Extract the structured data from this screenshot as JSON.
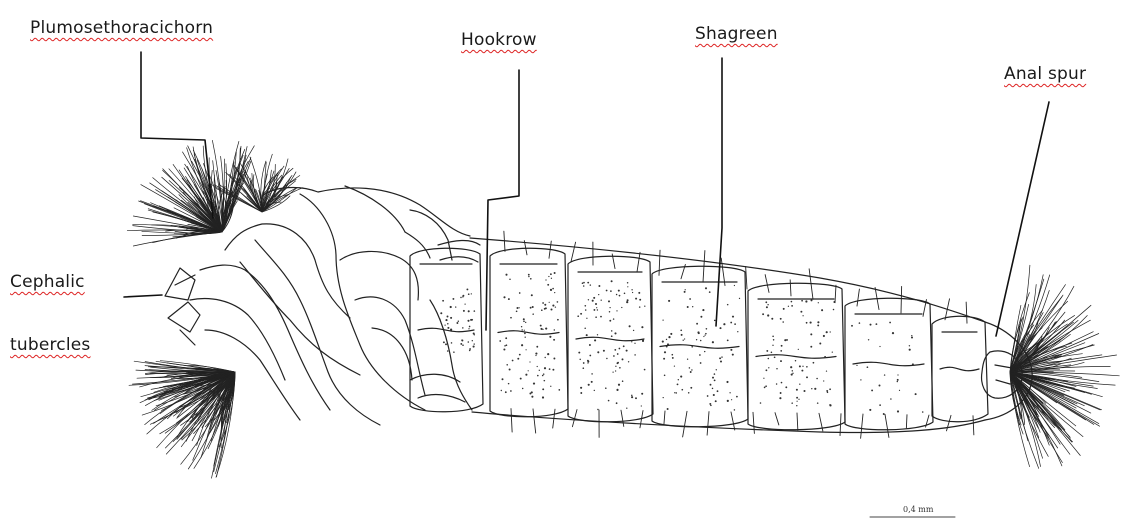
{
  "labels": {
    "plume": "Plumosethoracichorn",
    "hookrow": "Hookrow",
    "shagreen": "Shagreen",
    "anal": "Anal spur",
    "cephalic_1": "Cephalic",
    "cephalic_2": "tubercles"
  },
  "scale_bar": "0,4 mm",
  "colors": {
    "ink": "#1a1a1a",
    "spellcheck": "#d22"
  }
}
